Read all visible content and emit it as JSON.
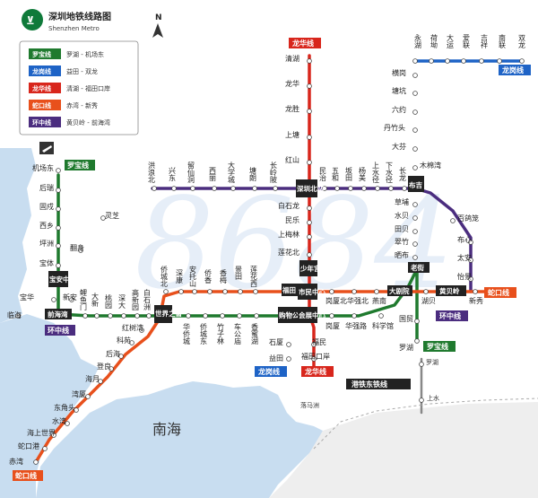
{
  "header": {
    "title_cn": "深圳地铁线路图",
    "title_en": "Shenzhen Metro",
    "north": "N"
  },
  "legend": [
    {
      "name": "罗宝线",
      "desc": "罗湖 - 机场东",
      "color": "#1f7a2e"
    },
    {
      "name": "龙岗线",
      "desc": "益田 - 双龙",
      "color": "#1e63c6"
    },
    {
      "name": "龙华线",
      "desc": "清湖 - 福田口岸",
      "color": "#d8261c"
    },
    {
      "name": "蛇口线",
      "desc": "赤湾 - 新秀",
      "color": "#e8501c"
    },
    {
      "name": "环中线",
      "desc": "黄贝岭 - 前海湾",
      "color": "#4b2d7f"
    }
  ],
  "line_tags": {
    "longhua_top": "龙华线",
    "longgang_top": "龙岗线",
    "luobao_left": "罗宝线",
    "huanzhong_left": "环中线",
    "shekou_bottom": "蛇口线",
    "longgang_bottom": "龙岗线",
    "longhua_bottom": "龙华线",
    "shekou_right": "蛇口线",
    "huanzhong_right": "环中线",
    "luobao_right": "罗宝线",
    "shenzhen_dongxian": "港铁东铁线"
  },
  "stations": {
    "longgang_top": [
      "永湖",
      "荷坳",
      "大运",
      "爱联",
      "吉祥",
      "南联",
      "双龙"
    ],
    "longgang_east": [
      "横岗",
      "塘坑",
      "六约",
      "丹竹头",
      "大芬",
      "木棉湾",
      "布吉",
      "草埔",
      "水贝",
      "田贝",
      "翠竹",
      "晒布",
      "老街"
    ],
    "longhua": [
      "清湖",
      "龙华",
      "龙胜",
      "上塘",
      "红山",
      "深圳北站",
      "白石龙",
      "民乐",
      "上梅林",
      "莲花北",
      "少年宫",
      "市民中心",
      "福田",
      "购物公园",
      "会展中心",
      "福民",
      "福田口岸"
    ],
    "huanzhong_top": [
      "洪浪北",
      "兴东",
      "留仙洞",
      "西丽",
      "大学城",
      "塘朗",
      "长岭陂",
      "民治",
      "五和",
      "坂田",
      "杨美",
      "上水径",
      "下水径",
      "长龙"
    ],
    "huanzhong_right": [
      "百鸽笼",
      "布心",
      "太安",
      "怡景",
      "黄贝岭"
    ],
    "luobao_west": [
      "机场东",
      "后瑞",
      "固戍",
      "西乡",
      "坪洲",
      "宝体",
      "宝安中心",
      "宝华",
      "新安",
      "前海湾",
      "灵芝",
      "翻身"
    ],
    "luobao_main": [
      "鲤鱼门",
      "大新",
      "桃园",
      "深大",
      "高新园",
      "白石洲",
      "世界之窗",
      "华侨城",
      "侨城东",
      "竹子林",
      "车公庙",
      "香蜜湖",
      "岗厦",
      "华强路",
      "科学馆",
      "大剧院",
      "国贸",
      "罗湖"
    ],
    "shekou": [
      "赤湾",
      "蛇口港",
      "海上世界",
      "水湾",
      "东角头",
      "湾厦",
      "海月",
      "登良",
      "后海",
      "科苑",
      "红树湾",
      "侨城北",
      "深康",
      "安托山",
      "侨香",
      "香梅",
      "景田",
      "莲花西",
      "岗厦北",
      "华强北",
      "燕南",
      "湖贝",
      "新秀"
    ],
    "longgang_sw": [
      "石厦",
      "益田"
    ],
    "misc": [
      "临海",
      "罗湖",
      "上水",
      "落马洲"
    ]
  },
  "interchanges": [
    "深圳北站",
    "布吉",
    "宝安中心",
    "前海湾",
    "少年宫",
    "老街",
    "福田",
    "市民中心",
    "大剧院",
    "黄贝岭",
    "世界之窗",
    "购物公园",
    "会展中心"
  ],
  "labels": {
    "sea": "南海",
    "watermark": "8684"
  }
}
